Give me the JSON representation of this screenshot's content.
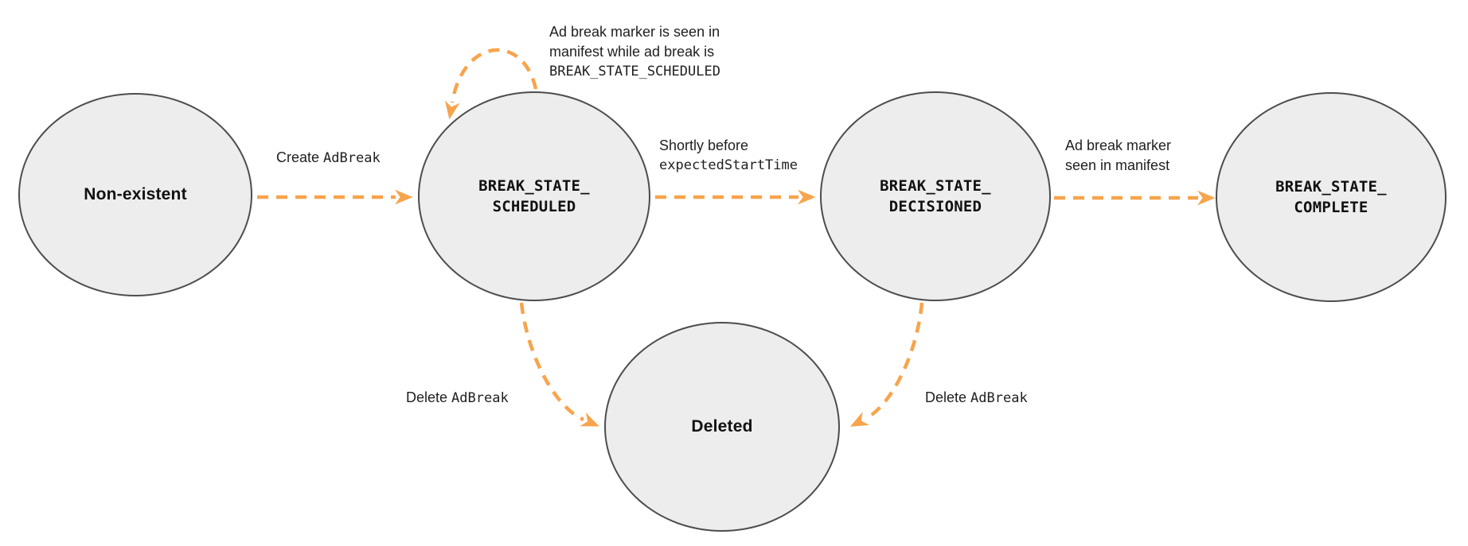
{
  "colors": {
    "arrow_accent": "#F7A44C",
    "node_fill": "#EDEDED",
    "node_border": "#4D4D4D",
    "text": "#1F1F1F"
  },
  "states": {
    "non_existent": {
      "lines": [
        "Non-existent"
      ]
    },
    "scheduled": {
      "lines": [
        "BREAK_STATE_",
        "SCHEDULED"
      ]
    },
    "decisioned": {
      "lines": [
        "BREAK_STATE_",
        "DECISIONED"
      ]
    },
    "complete": {
      "lines": [
        "BREAK_STATE_",
        "COMPLETE"
      ]
    },
    "deleted": {
      "lines": [
        "Deleted"
      ]
    }
  },
  "edges": {
    "create": {
      "prefix": "Create ",
      "code": "AdBreak"
    },
    "self_loop": {
      "lines": [
        "Ad break marker is seen in",
        "manifest while ad break is",
        "BREAK_STATE_SCHEDULED"
      ]
    },
    "before_start": {
      "prefix": "Shortly before",
      "code": "expectedStartTime"
    },
    "marker_seen": {
      "lines": [
        "Ad break marker",
        "seen in manifest"
      ]
    },
    "delete_from_scheduled": {
      "prefix": "Delete ",
      "code": "AdBreak"
    },
    "delete_from_decisioned": {
      "prefix": "Delete ",
      "code": "AdBreak"
    }
  }
}
